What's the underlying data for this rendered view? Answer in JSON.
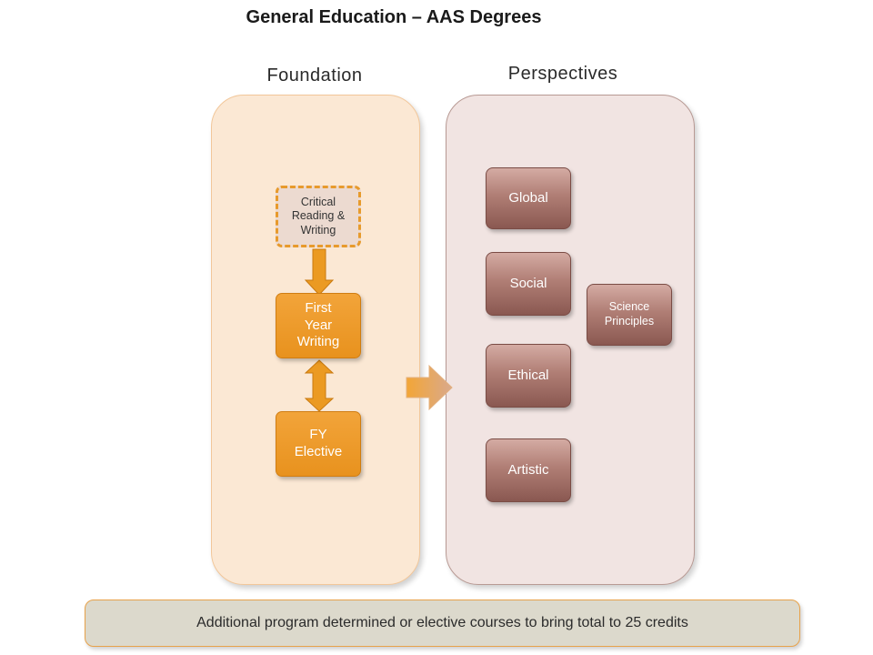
{
  "title": "General Education – AAS Degrees",
  "columns": {
    "foundation": {
      "heading": "Foundation",
      "nodes": {
        "critical_reading": "Critical Reading & Writing",
        "first_year_writing": "First Year Writing",
        "fy_elective": "FY Elective"
      }
    },
    "perspectives": {
      "heading": "Perspectives",
      "nodes": {
        "global": "Global",
        "social": "Social",
        "ethical": "Ethical",
        "artistic": "Artistic",
        "science_principles": "Science Principles"
      }
    }
  },
  "footer": "Additional program determined or elective courses to bring total to 25 credits",
  "colors": {
    "foundation_panel": "#fbe8d4",
    "perspectives_panel": "#f1e4e2",
    "orange_accent": "#e8921e",
    "brown_node": "#a06e66",
    "footer_bg": "#dcd9cc"
  }
}
